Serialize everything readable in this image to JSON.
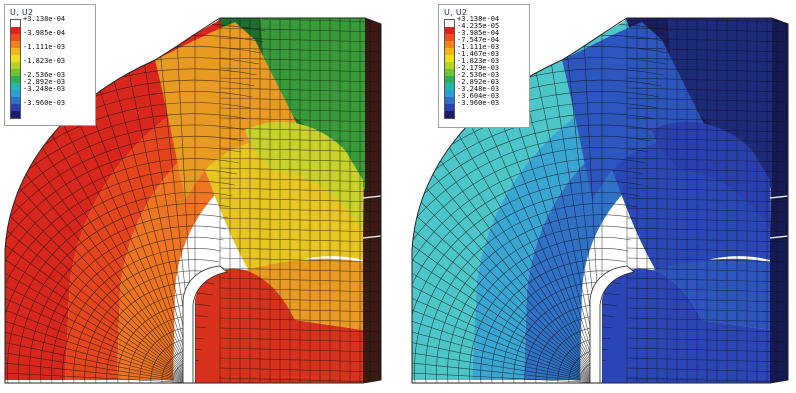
{
  "legend": {
    "title": "U, U2",
    "labels": [
      "+3.138e-04",
      "-4.235e-05",
      "-3.985e-04",
      "-7.547e-04",
      "-1.111e-03",
      "-1.467e-03",
      "-1.823e-03",
      "-2.179e-03",
      "-2.536e-03",
      "-2.892e-03",
      "-3.248e-03",
      "-3.604e-03",
      "-3.960e-03"
    ]
  },
  "left_legend_labels": [
    "+3.138e-04",
    "",
    "-3.985e-04",
    "",
    "-1.111e-03",
    "",
    "-1.823e-03",
    "",
    "-2.536e-03",
    "-2.892e-03",
    "-3.248e-03",
    "",
    "-3.960e-03"
  ],
  "colormap": [
    "#ffffff",
    "#e5201c",
    "#ef4f1d",
    "#f2821c",
    "#f6b51b",
    "#f0e01b",
    "#b3d624",
    "#6cc62e",
    "#2fae5a",
    "#21b8b0",
    "#2ba0d6",
    "#2f6fc8",
    "#2c3fae",
    "#1c1c6c"
  ],
  "panels": [
    {
      "id": "left",
      "zones": {
        "outer_base": "#d8261c",
        "band1": "#e5461d",
        "band2": "#ee7521",
        "band3": "#e89a22",
        "core": "#e8c622",
        "core_inner": "#c9d22a",
        "cap": "#3a9b3a",
        "cap_dark": "#1f6d2e",
        "right_wall": "#3b1a12",
        "low_wall": "#d8311c",
        "notch": "#ffffff"
      }
    },
    {
      "id": "right",
      "zones": {
        "outer_base": "#4cc6c8",
        "band1": "#3aa6d4",
        "band2": "#2f72c8",
        "band3": "#2d56be",
        "core": "#2b48b8",
        "core_inner": "#2a40b0",
        "cap": "#1e2a7a",
        "cap_dark": "#1a1e5e",
        "right_wall": "#151a55",
        "low_wall": "#2c46b8",
        "notch": "#ffffff"
      }
    }
  ]
}
